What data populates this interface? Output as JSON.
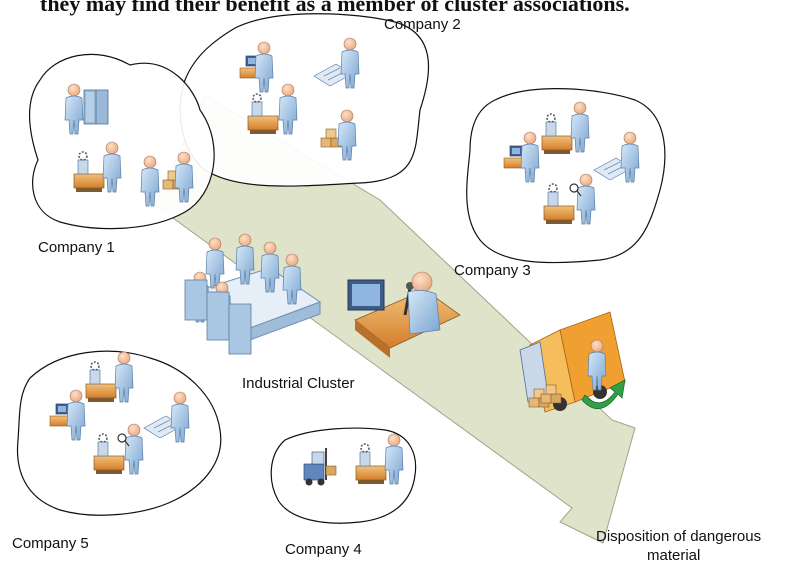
{
  "caption": "they may find their benefit as a member of cluster associations.",
  "labels": {
    "company1": "Company 1",
    "company2": "Company 2",
    "company3": "Company 3",
    "company4": "Company 4",
    "company5": "Company 5",
    "cluster": "Industrial Cluster",
    "disposition_line1": "Disposition of dangerous",
    "disposition_line2": "material"
  },
  "colors": {
    "arrow_fill": "#dfe3c9",
    "arrow_stroke": "#9fa38a",
    "cloud_stroke": "#111111",
    "figure": "#9fc2e6",
    "desk": "#e39a42",
    "box": "#d9a860",
    "truck_cargo": "#f0a030",
    "green_arrow": "#2fa045"
  }
}
